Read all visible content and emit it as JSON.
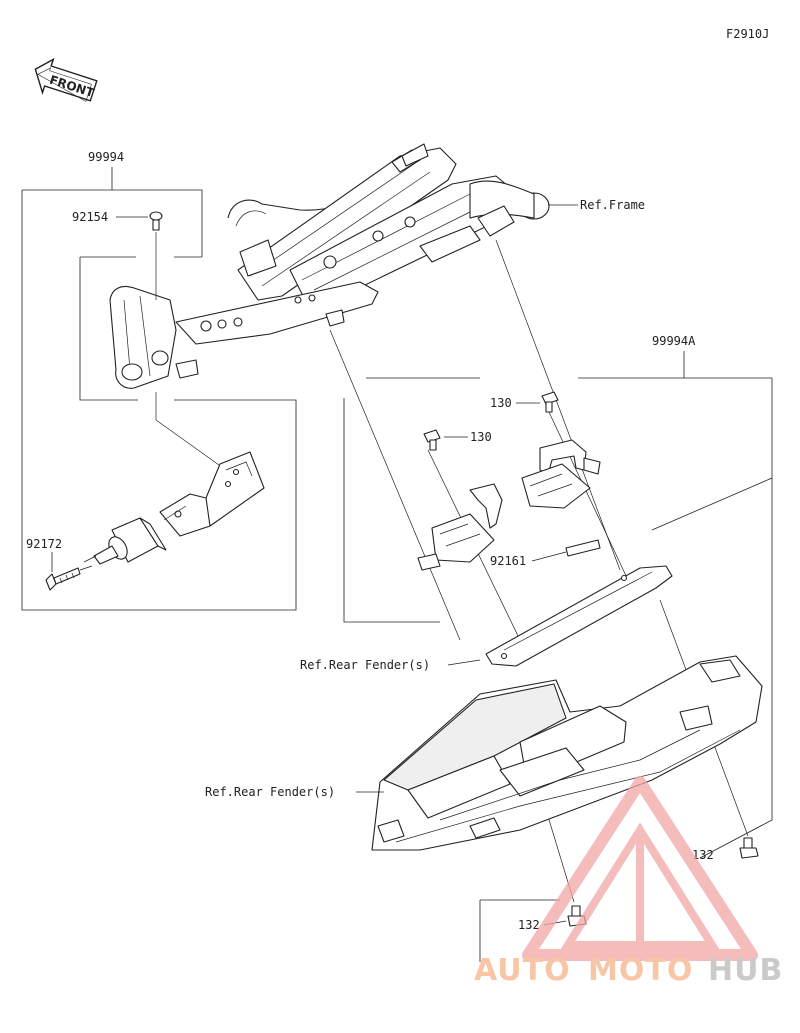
{
  "diagram": {
    "code": "F2910J",
    "front_badge": "FRONT",
    "labels": {
      "kit_main": "99994",
      "kit_sub": "99994A",
      "bolt_top": "92154",
      "bolt_long": "92172",
      "bracket_bolt_a": "130",
      "bracket_bolt_b": "130",
      "spacer": "92161",
      "bolt_lower_right": "132",
      "bolt_lower_left": "132",
      "ref_frame": "Ref.Frame",
      "ref_rear_fender_1": "Ref.Rear Fender(s)",
      "ref_rear_fender_2": "Ref.Rear Fender(s)"
    }
  },
  "watermark": {
    "part_auto": "AUTO",
    "part_moto": "MOTO",
    "part_hub": "HUB",
    "colors": {
      "auto": "#f6b48a",
      "moto": "#f6b48a",
      "hub": "#b9b9b9",
      "triangle": "#f2a6a6"
    }
  }
}
